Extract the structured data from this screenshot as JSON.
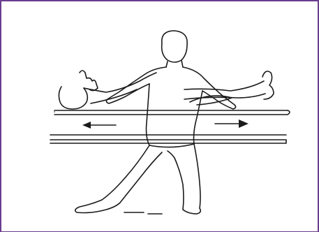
{
  "colors": {
    "frame_border": "#6b3d8f",
    "line": "#1a1a1a",
    "background": "#ffffff"
  },
  "illustration": {
    "subject": "person-standing-at-bedside-arms-outstretched",
    "elements": [
      "person",
      "patient-on-bed",
      "bed-surface",
      "arrow-left",
      "arrow-right"
    ]
  }
}
